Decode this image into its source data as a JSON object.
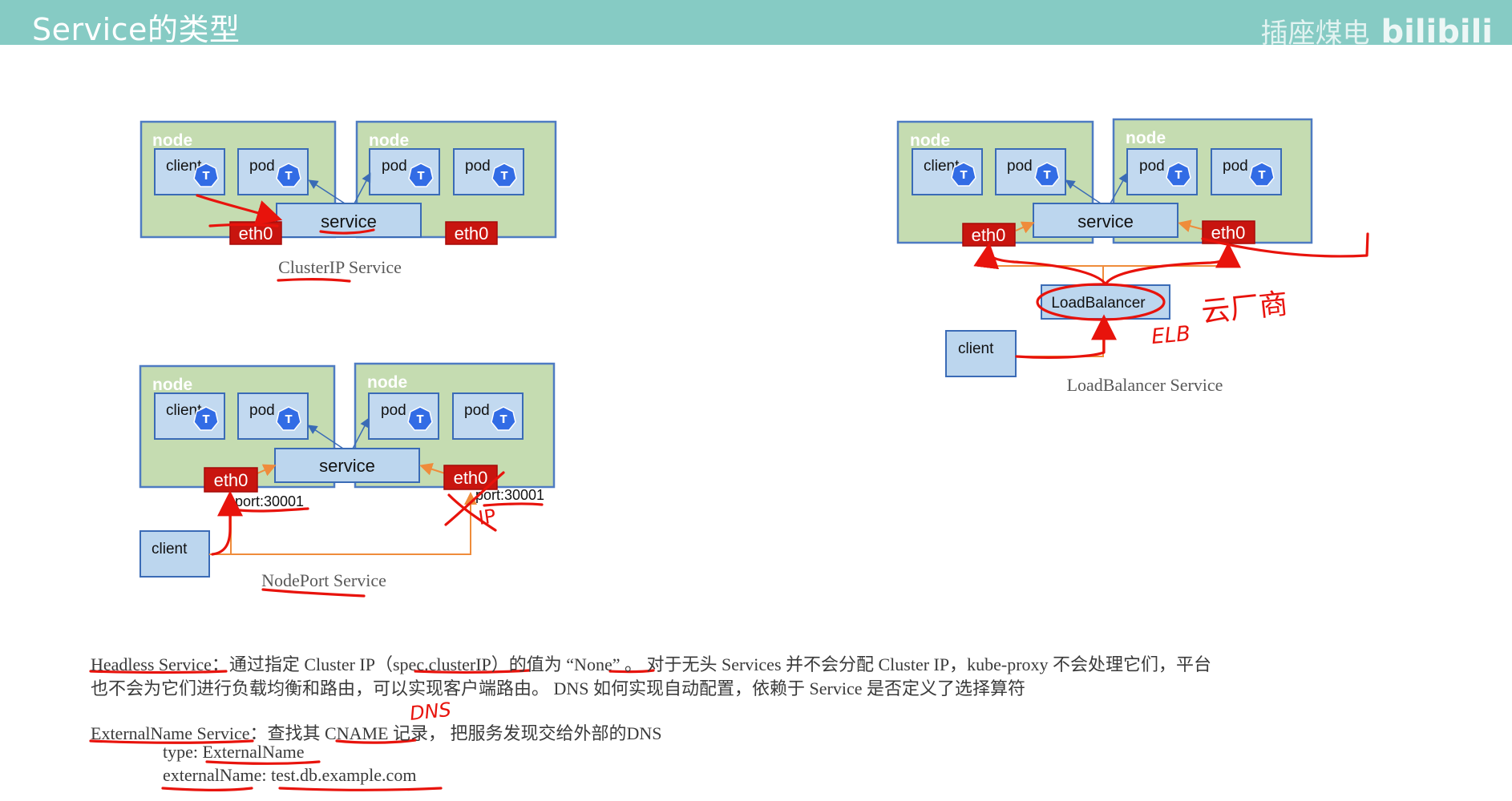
{
  "header": {
    "title": "Service的类型",
    "watermark_cn": "插座煤电",
    "watermark_logo": "bilibili"
  },
  "diagrams": {
    "clusterip": {
      "caption": "ClusterIP Service",
      "node_left": "node",
      "node_right": "node",
      "client": "client",
      "pod_a": "pod",
      "pod_b": "pod",
      "pod_c": "pod",
      "service": "service",
      "eth_left": "eth0",
      "eth_right": "eth0"
    },
    "nodeport": {
      "caption": "NodePort Service",
      "node_left": "node",
      "node_right": "node",
      "client_inner": "client",
      "pod_a": "pod",
      "pod_b": "pod",
      "pod_c": "pod",
      "service": "service",
      "eth_left": "eth0",
      "eth_right": "eth0",
      "port_left": "port:30001",
      "port_right": "port:30001",
      "client_outer": "client"
    },
    "loadbalancer": {
      "caption": "LoadBalancer Service",
      "node_left": "node",
      "node_right": "node",
      "client_inner": "client",
      "pod_a": "pod",
      "pod_b": "pod",
      "pod_c": "pod",
      "service": "service",
      "eth_left": "eth0",
      "eth_right": "eth0",
      "loadbalancer": "LoadBalancer",
      "client_outer": "client"
    }
  },
  "annotations": {
    "elb": "ELB",
    "cloud_vendor": "云厂商",
    "dns": "DNS",
    "ip": "IP"
  },
  "text": {
    "headless_line1": "Headless Service：通过指定 Cluster IP（spec.clusterIP）的值为 “None” 。 对于无头 Services 并不会分配 Cluster IP，kube-proxy 不会处理它们，平台",
    "headless_line2": "也不会为它们进行负载均衡和路由，可以实现客户端路由。 DNS 如何实现自动配置，依赖于 Service 是否定义了选择算符",
    "external_line1": "ExternalName Service：查找其 CNAME 记录， 把服务发现交给外部的DNS",
    "external_line2": "type: ExternalName",
    "external_line3": "externalName: test.db.example.com"
  },
  "colors": {
    "header": "#86cbc4",
    "node_fill": "#c5dcb1",
    "node_border": "#4e7bc2",
    "eth_fill": "#c8150f",
    "pod_fill": "#c2d9f0",
    "ink": "#e8130c",
    "orange_connector": "#ef8c3b"
  },
  "icons": [
    "kubernetes-pod-icon"
  ]
}
